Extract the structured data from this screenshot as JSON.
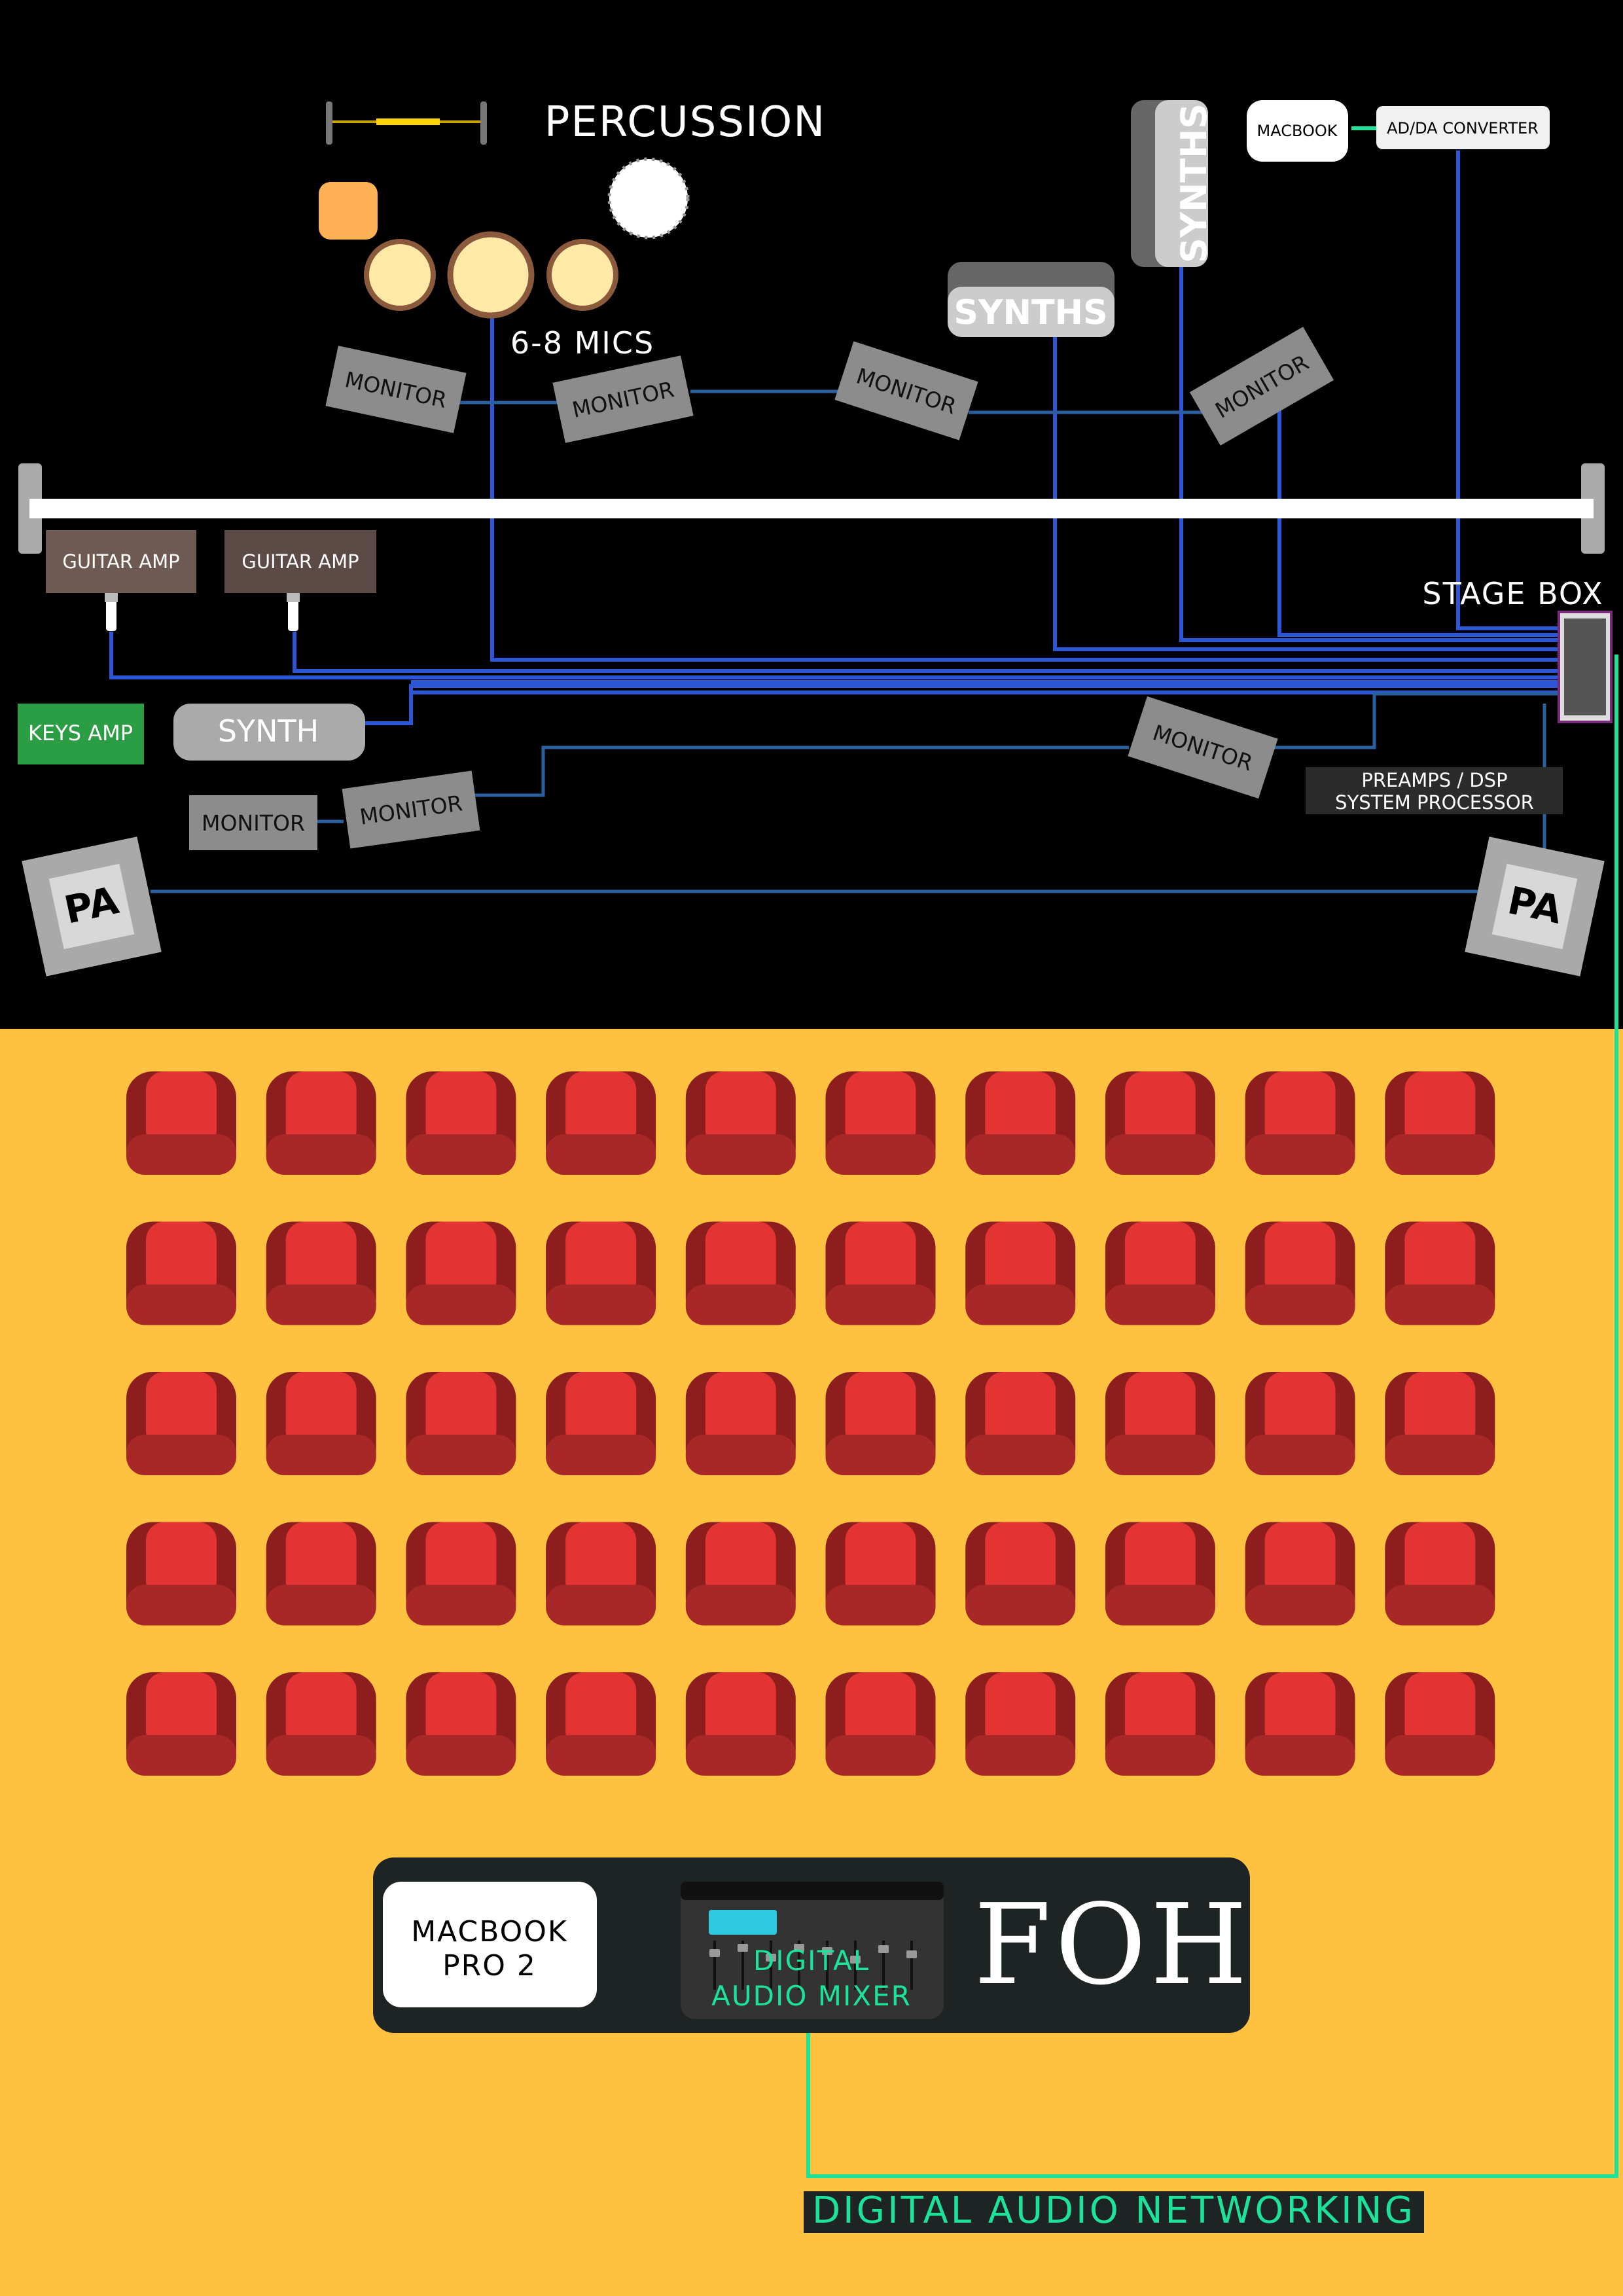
{
  "colors": {
    "stage_bg": "#000000",
    "audience_bg": "#fec140",
    "cable_blue": "#2b56d6",
    "cable_steel": "#2a5fa0",
    "network_green": "#1de39a",
    "monitor_gray": "#8c8c8c",
    "guitar_amp": "#6e5a52",
    "keys_amp": "#2a9d45",
    "seat_red": "#e43333",
    "seat_dark": "#8e1e1e",
    "foh_panel": "#1e2424"
  },
  "stage": {
    "percussion_label": "PERCUSSION",
    "mics_label": "6-8 MICS",
    "synths_vertical": "SYNTHS",
    "synths_horizontal": "SYNTHS",
    "macbook_small": "MACBOOK",
    "adda_converter": "AD/DA CONVERTER",
    "stage_box": "STAGE BOX",
    "guitar_amp_1": "GUITAR AMP",
    "guitar_amp_2": "GUITAR AMP",
    "keys_amp": "KEYS AMP",
    "synth": "SYNTH",
    "monitor": "MONITOR",
    "preamps_line1": "PREAMPS / DSP",
    "preamps_line2": "SYSTEM PROCESSOR",
    "pa_left": "PA",
    "pa_right": "PA"
  },
  "audience": {
    "rows": 5,
    "seats_per_row": 10
  },
  "foh": {
    "macbook_line1": "MACBOOK",
    "macbook_line2": "PRO 2",
    "mixer_line1": "DIGITAL",
    "mixer_line2": "AUDIO MIXER",
    "foh_label": "FOH",
    "networking_label": "DIGITAL AUDIO NETWORKING"
  }
}
